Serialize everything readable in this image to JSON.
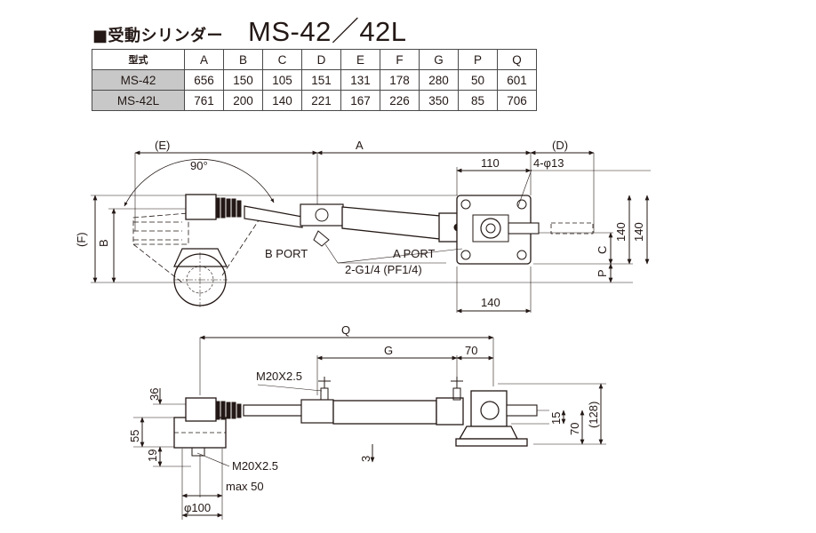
{
  "title": {
    "prefix": "■受動シリンダー",
    "model": "MS-42／42L"
  },
  "table": {
    "headers": [
      "型式",
      "A",
      "B",
      "C",
      "D",
      "E",
      "F",
      "G",
      "P",
      "Q"
    ],
    "rows": [
      {
        "model": "MS-42",
        "values": [
          "656",
          "150",
          "105",
          "151",
          "131",
          "178",
          "280",
          "50",
          "601"
        ]
      },
      {
        "model": "MS-42L",
        "values": [
          "761",
          "200",
          "140",
          "221",
          "167",
          "226",
          "350",
          "85",
          "706"
        ]
      }
    ]
  },
  "top_view": {
    "dim_e": "(E)",
    "dim_a": "A",
    "dim_d": "(D)",
    "dim_110": "110",
    "dim_holes": "4-φ13",
    "angle": "90°",
    "dim_f": "(F)",
    "dim_b": "B",
    "b_port": "B PORT",
    "a_port": "A PORT",
    "port_size": "2-G1/4 (PF1/4)",
    "dim_c": "C",
    "dim_p": "P",
    "dim_140_a": "140",
    "dim_140_b": "140",
    "dim_140_c": "140"
  },
  "side_view": {
    "dim_q": "Q",
    "dim_g": "G",
    "dim_70_top": "70",
    "thread_top": "M20X2.5",
    "thread_bottom": "M20X2.5",
    "max": "max 50",
    "dia": "φ100",
    "dim_36": "36",
    "dim_55": "55",
    "dim_19": "19",
    "dim_3": "3",
    "dim_15": "15",
    "dim_70_right": "70",
    "dim_128": "(128)"
  }
}
